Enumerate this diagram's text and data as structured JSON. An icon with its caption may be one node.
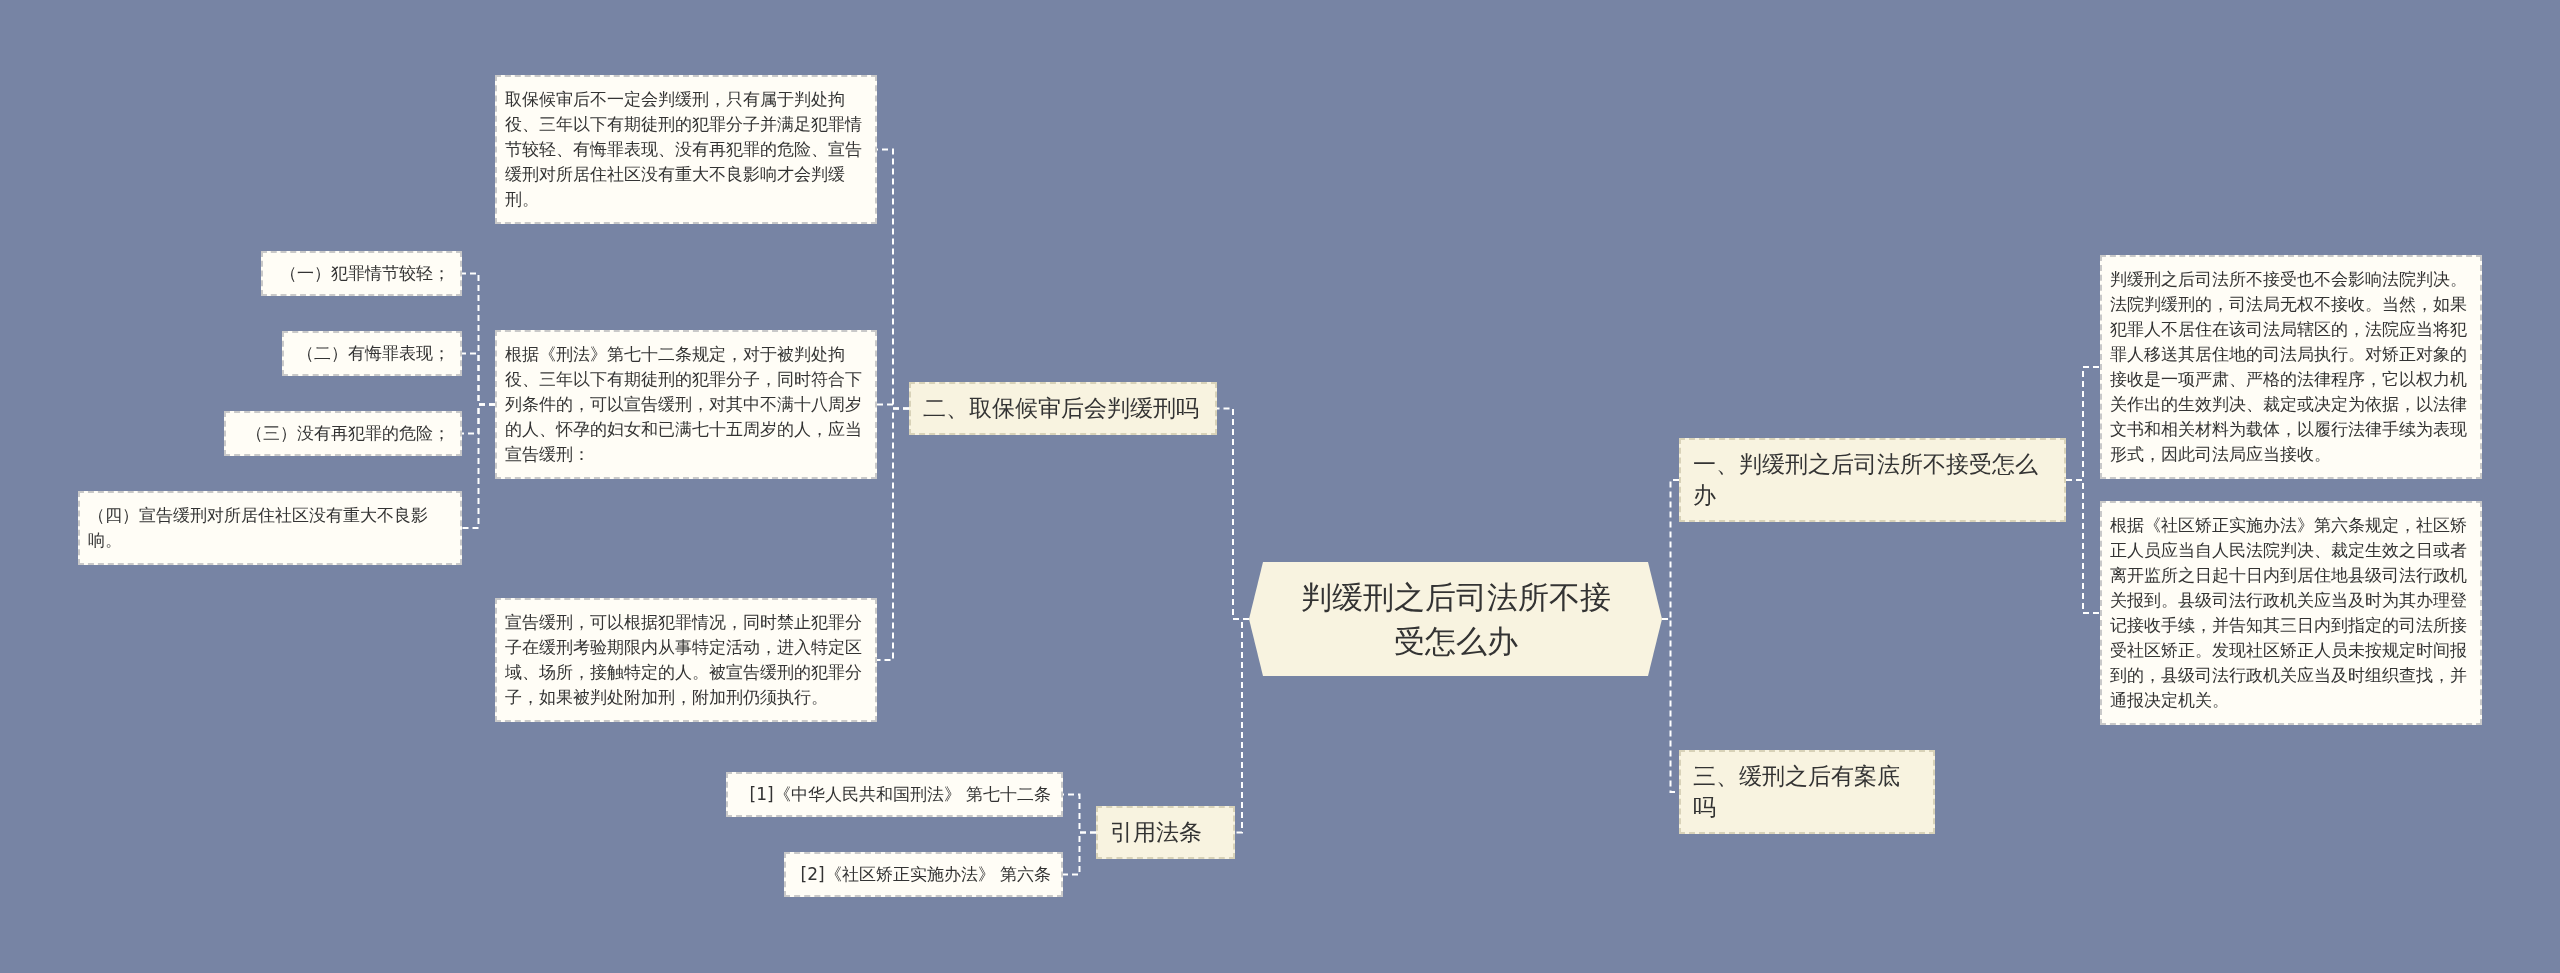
{
  "diagram": {
    "nodes": [
      {
        "text": [
          "判缓刑之后司法所不接受怎么办"
        ]
      },
      {
        "text": [
          "二、取保候审后会判缓刑吗"
        ]
      },
      {
        "text": [
          "取保候审后不一定会判缓刑，只有属于判处拘役、三年以下有期徒刑的犯罪分子并满足犯罪情节较轻、有悔罪表现、没有再犯罪的危险、宣告缓刑对所居住社区没有重大不良影响才会判缓刑。"
        ]
      },
      {
        "text": [
          "根据《刑法》第七十二条规定，对于被判处拘役、三年以下有期徒刑的犯罪分子，同时符合下列条件的，可以宣告缓刑，对其中不满十八周岁的人、怀孕的妇女和已满七十五周岁的人，应当宣告缓刑："
        ]
      },
      {
        "text": [
          "（一）犯罪情节较轻；"
        ]
      },
      {
        "text": [
          "（二）有悔罪表现；"
        ]
      },
      {
        "text": [
          "（三）没有再犯罪的危险；"
        ]
      },
      {
        "text": [
          "（四）宣告缓刑对所居住社区没有重大不良影响。"
        ]
      },
      {
        "text": [
          "宣告缓刑，可以根据犯罪情况，同时禁止犯罪分子在缓刑考验期限内从事特定活动，进入特定区域、场所，接触特定的人。被宣告缓刑的犯罪分子，如果被判处附加刑，附加刑仍须执行。"
        ]
      },
      {
        "text": [
          "引用法条"
        ]
      },
      {
        "text": [
          "[1]《中华人民共和国刑法》 第七十二条"
        ]
      },
      {
        "text": [
          "[2]《社区矫正实施办法》 第六条"
        ]
      },
      {
        "text": [
          "一、判缓刑之后司法所不接受怎么办"
        ]
      },
      {
        "text": [
          "判缓刑之后司法所不接受也不会影响法院判决。法院判缓刑的，司法局无权不接收。当然，如果犯罪人不居住在该司法局辖区的，法院应当将犯罪人移送其居住地的司法局执行。对矫正对象的接收是一项严肃、严格的法律程序，它以权力机关作出的生效判决、裁定或决定为依据，以法律文书和相关材料为载体，以履行法律手续为表现形式，因此司法局应当接收。"
        ]
      },
      {
        "text": [
          "根据《社区矫正实施办法》第六条规定，社区矫正人员应当自人民法院判决、裁定生效之日或者离开监所之日起十日内到居住地县级司法行政机关报到。县级司法行政机关应当及时为其办理登记接收手续，并告知其三日内到指定的司法所接受社区矫正。发现社区矫正人员未按规定时间报到的，县级司法行政机关应当及时组织查找，并通报决定机关。"
        ]
      },
      {
        "text": [
          "三、缓刑之后有案底吗"
        ]
      }
    ],
    "edges": [
      {
        "from": 0,
        "to": 1,
        "arrow": "none"
      },
      {
        "from": 0,
        "to": 9,
        "arrow": "none"
      },
      {
        "from": 0,
        "to": 12,
        "arrow": "none"
      },
      {
        "from": 0,
        "to": 15,
        "arrow": "none"
      },
      {
        "from": 1,
        "to": 2,
        "arrow": "none"
      },
      {
        "from": 1,
        "to": 3,
        "arrow": "none"
      },
      {
        "from": 1,
        "to": 8,
        "arrow": "none"
      },
      {
        "from": 3,
        "to": 4,
        "arrow": "none"
      },
      {
        "from": 3,
        "to": 5,
        "arrow": "none"
      },
      {
        "from": 3,
        "to": 6,
        "arrow": "none"
      },
      {
        "from": 3,
        "to": 7,
        "arrow": "none"
      },
      {
        "from": 9,
        "to": 10,
        "arrow": "none"
      },
      {
        "from": 9,
        "to": 11,
        "arrow": "none"
      },
      {
        "from": 12,
        "to": 13,
        "arrow": "none"
      },
      {
        "from": 12,
        "to": 14,
        "arrow": "none"
      }
    ]
  }
}
